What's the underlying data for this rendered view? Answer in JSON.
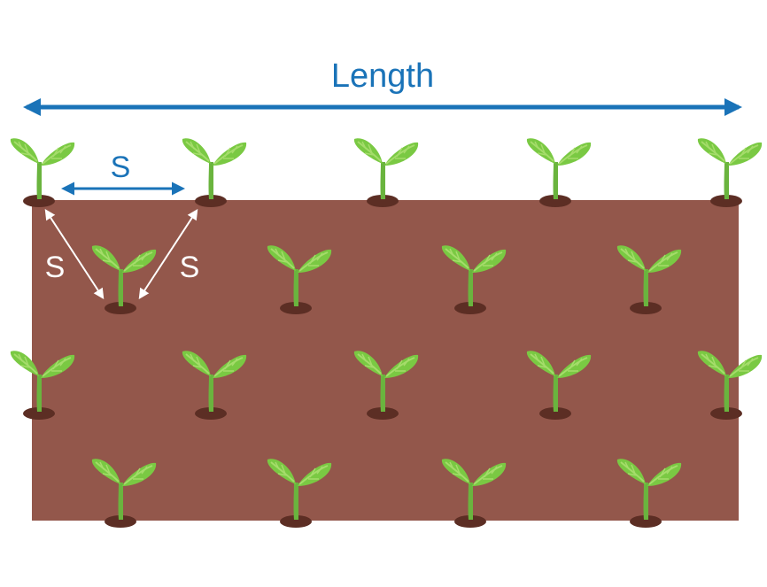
{
  "diagram": {
    "length_label": "Length",
    "spacing_label_horizontal": "S",
    "spacing_label_diagonal_left": "S",
    "spacing_label_diagonal_right": "S",
    "colors": {
      "soil_bed": "#93574B",
      "dimension_blue": "#1A73B8",
      "spacing_arrow_white": "#FFFFFF",
      "leaf_green": "#7AC943",
      "leaf_light": "#A5DC6B",
      "stem_green": "#6AB43E",
      "soil_mound": "#5C2E24"
    },
    "icons": [
      "seedling-icon",
      "double-arrow-icon"
    ]
  }
}
